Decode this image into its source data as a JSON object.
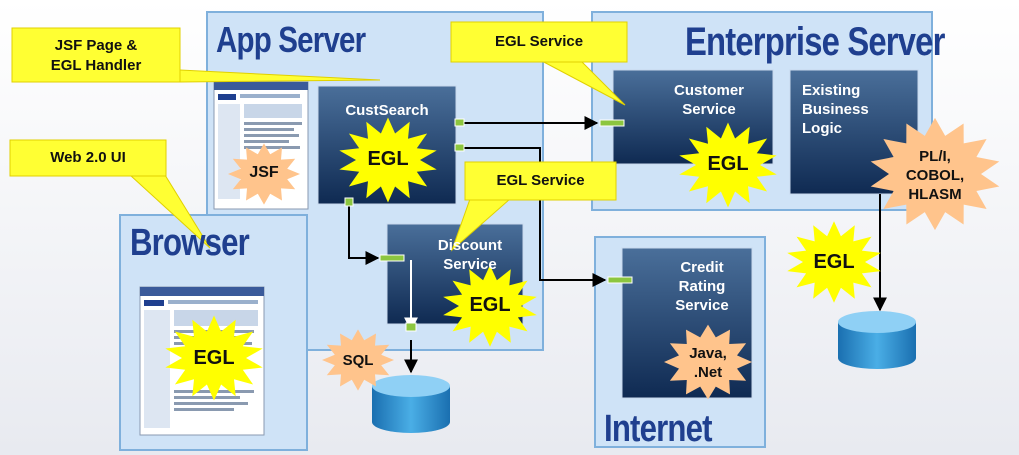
{
  "zones": {
    "app_server": "App Server",
    "enterprise_server": "Enterprise Server",
    "browser": "Browser",
    "internet": "Internet"
  },
  "components": {
    "cust_search": "CustSearch",
    "customer_service": "Customer\nService",
    "existing_logic": "Existing\nBusiness\nLogic",
    "discount_service": "Discount\nService",
    "credit_rating_service": "Credit\nRating\nService"
  },
  "callouts": {
    "jsf_handler": "JSF Page &\nEGL Handler",
    "web_ui": "Web 2.0 UI",
    "egl_service_top": "EGL Service",
    "egl_service_mid": "EGL Service"
  },
  "bursts": {
    "egl": "EGL",
    "jsf": "JSF",
    "pli": "PL/I,\nCOBOL,\nHLASM",
    "sql": "SQL",
    "java": "Java,\n.Net"
  },
  "colors": {
    "zone_fill": "#cfe3f7",
    "zone_border": "#7fb0dc",
    "component_top": "#4a6f9a",
    "component_bottom": "#0f2a52",
    "callout": "#ffff33",
    "burst_yellow": "#ffff00",
    "burst_peach": "#ffc48c",
    "title": "#1f3f8f",
    "database": "#2f8fd0",
    "port": "#8cc63f"
  }
}
